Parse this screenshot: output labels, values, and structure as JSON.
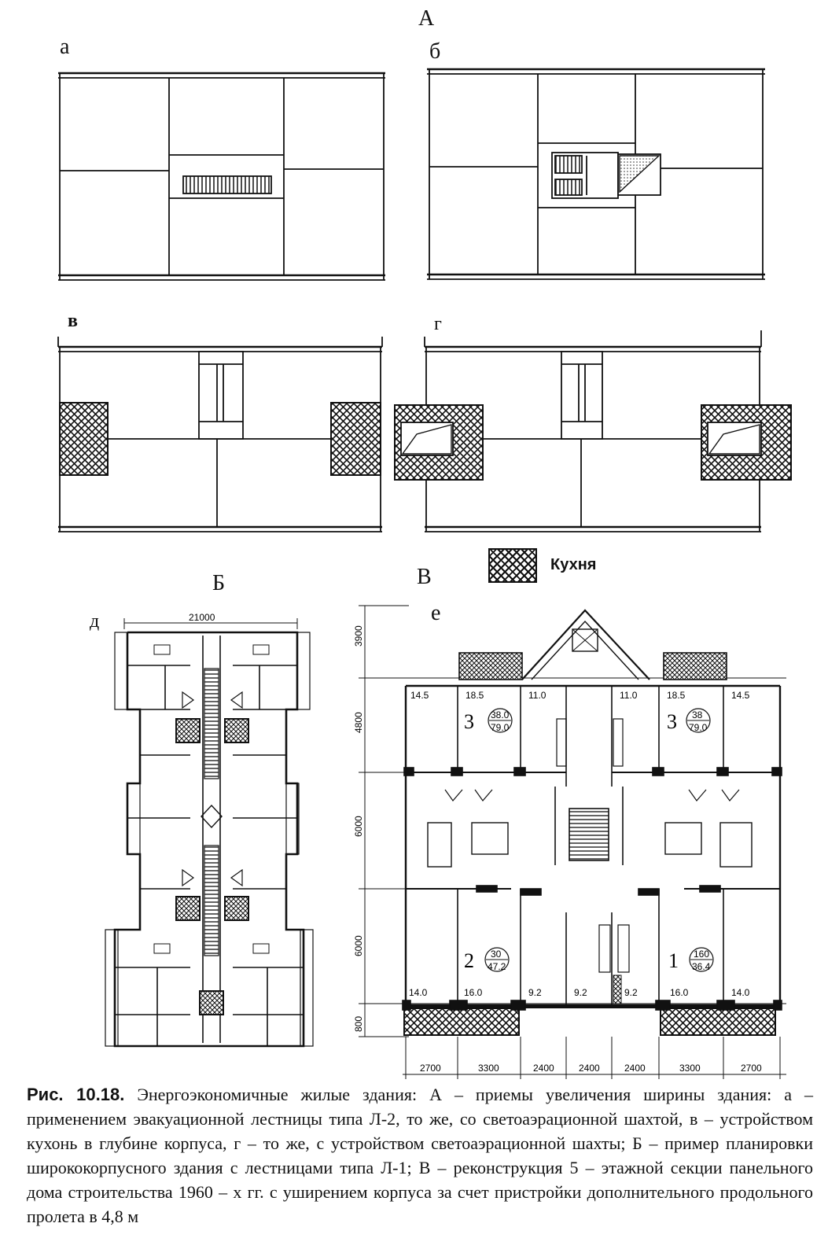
{
  "labels": {
    "A": "А",
    "a": "а",
    "b": "б",
    "v": "в",
    "g": "г",
    "B": "Б",
    "V": "В",
    "d": "д",
    "e": "е"
  },
  "legend": {
    "label": "Кухня"
  },
  "plan_d": {
    "width_dim": "21000"
  },
  "plan_e": {
    "vertical_dims": [
      "3900",
      "4800",
      "6000",
      "6000",
      "800"
    ],
    "bottom_dims": [
      "2700",
      "3300",
      "2400",
      "2400",
      "2400",
      "3300",
      "2700"
    ],
    "top_areas": [
      "14.5",
      "18.5",
      "11.0",
      "11.0",
      "18.5",
      "14.5"
    ],
    "bottom_areas": [
      "14.0",
      "16.0",
      "9.2",
      "9.2",
      "9.2",
      "16.0",
      "14.0"
    ],
    "apartments": [
      {
        "num": "3",
        "top": "38.0",
        "bottom": "79.0"
      },
      {
        "num": "3",
        "top": "38",
        "bottom": "79.0"
      },
      {
        "num": "2",
        "top": "30",
        "bottom": "47.2"
      },
      {
        "num": "1",
        "top": "160",
        "bottom": "36.4"
      }
    ]
  },
  "caption": {
    "lead": "Рис. 10.18.",
    "text": " Энергоэкономичные жилые здания: А – приемы увеличения ширины здания: а – применением эвакуационной лестницы типа Л-2, то же, со светоаэрационной шахтой, в – устройством кухонь в глубине корпуса, г – то же, с устройством светоаэрационной шахты; Б – пример планировки ширококорпусного здания с лестницами типа Л-1; В – реконструкция 5 – этажной секции панельного дома строительства 1960 – х гг. с уширением корпуса за счет пристройки дополнительного продольного пролета в 4,8 м"
  }
}
